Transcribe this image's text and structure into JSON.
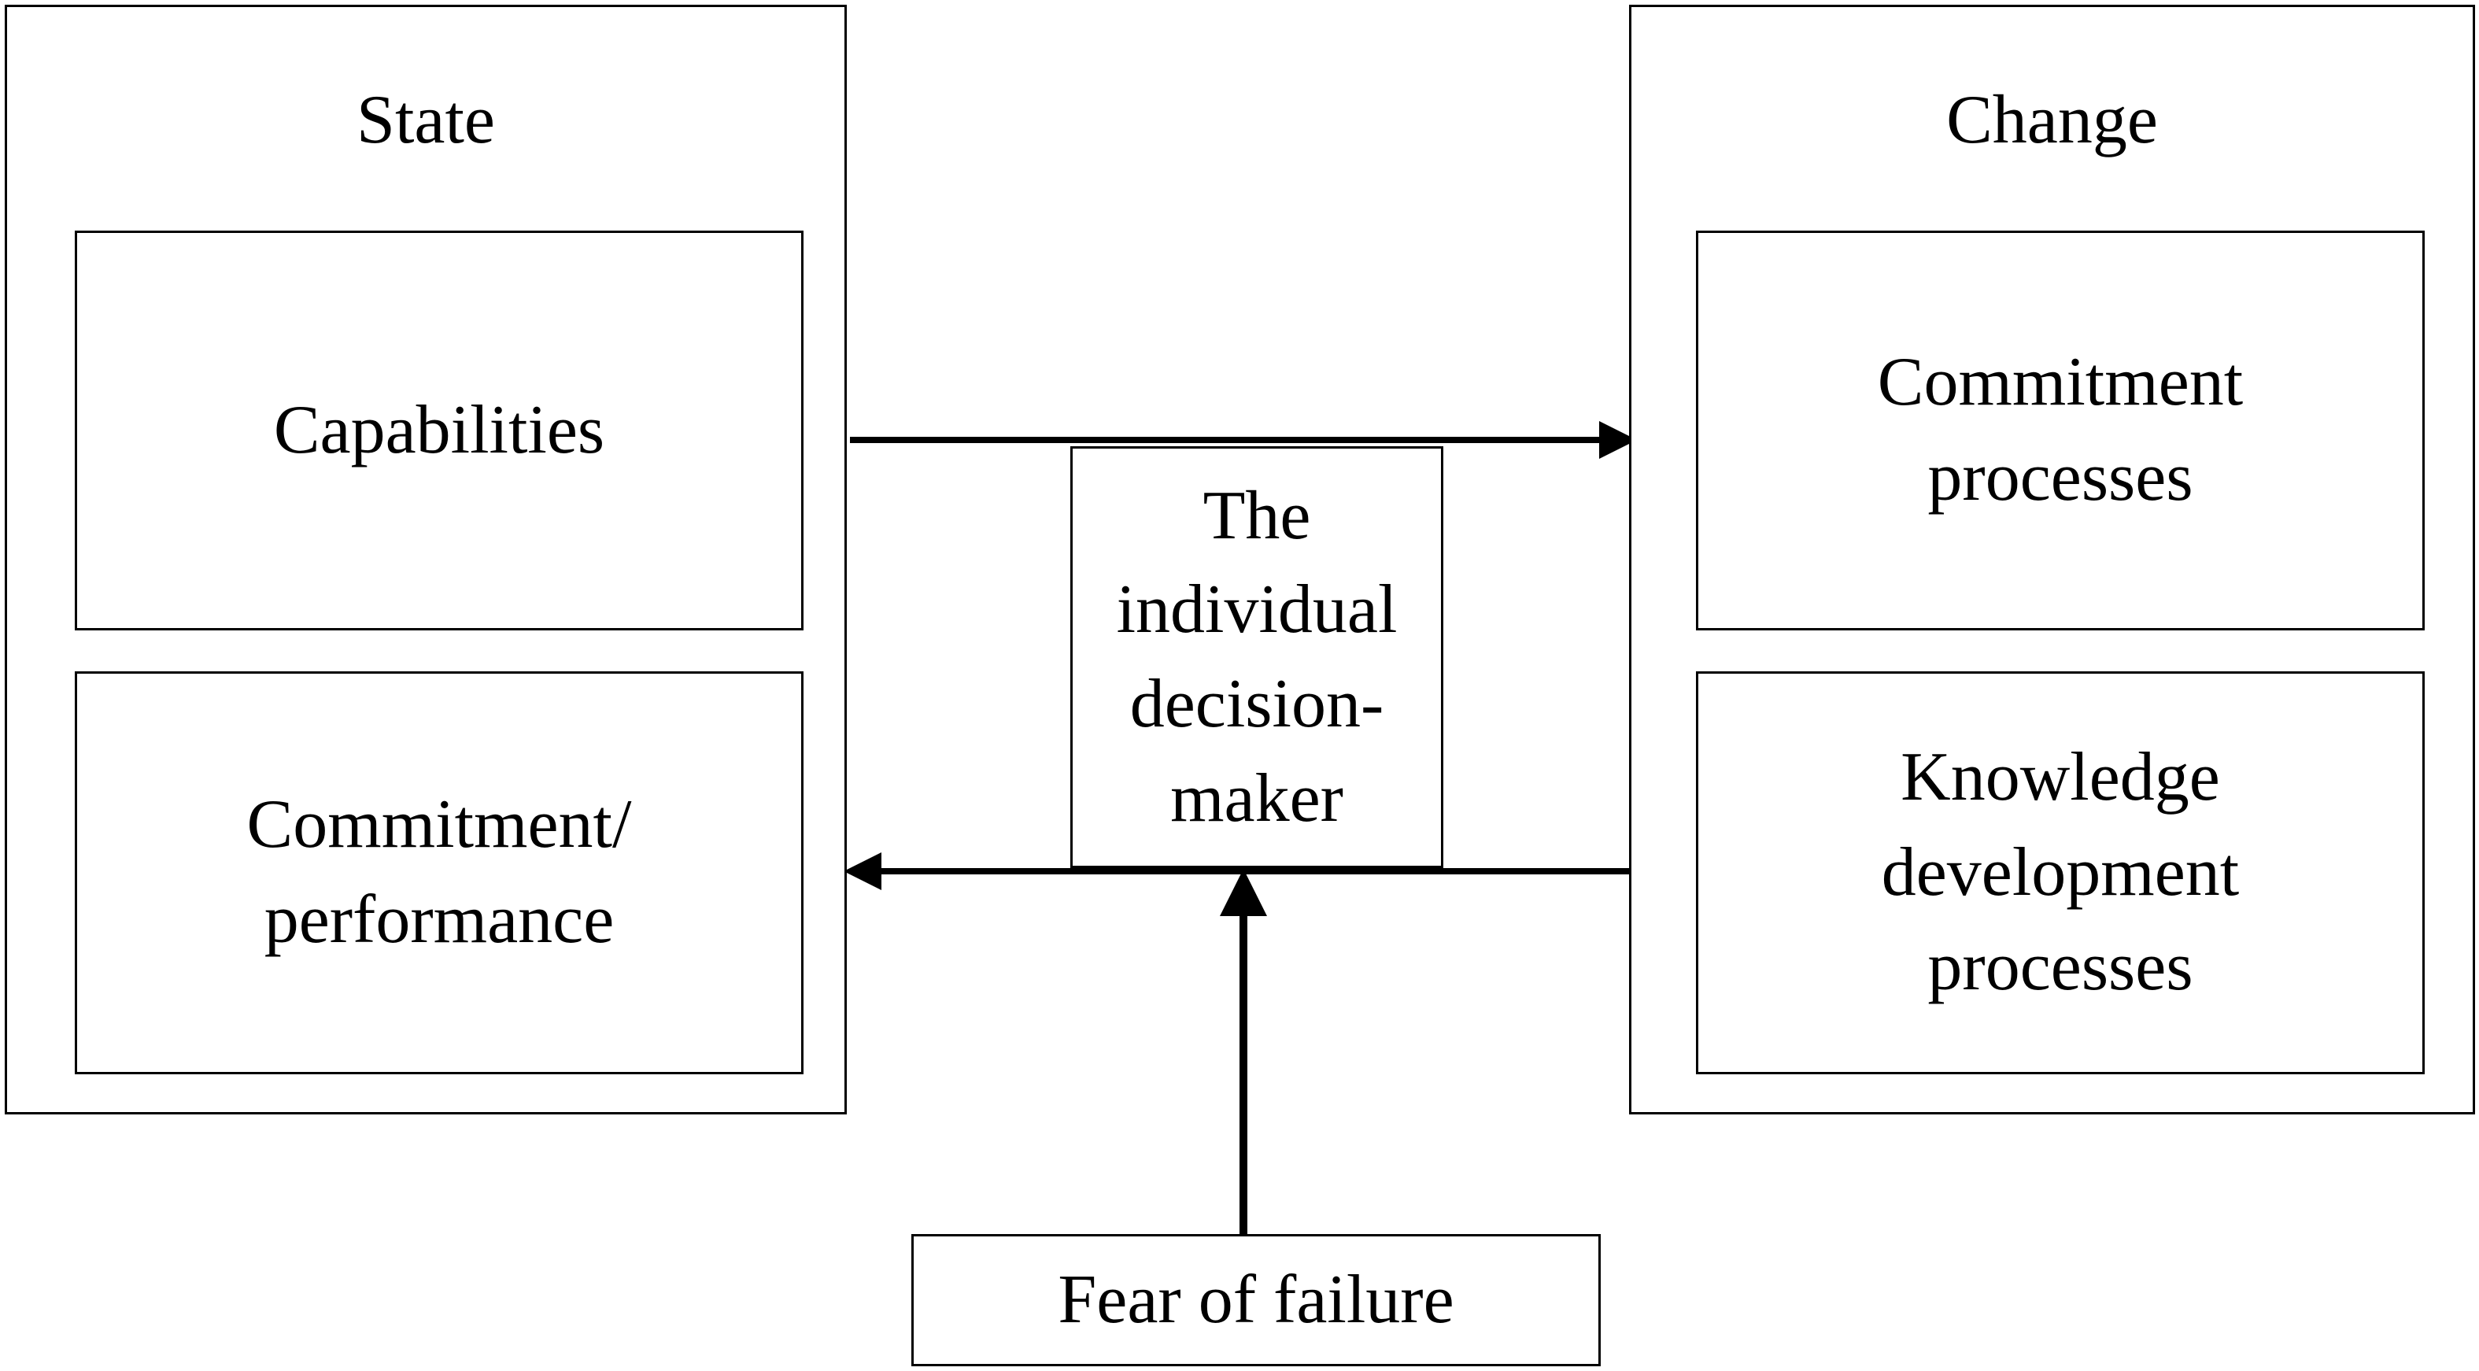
{
  "state": {
    "title": "State",
    "capabilities": "Capabilities",
    "commitment_performance": [
      "Commitment/",
      "performance"
    ]
  },
  "change": {
    "title": "Change",
    "commitment_processes": [
      "Commitment",
      "processes"
    ],
    "knowledge_development": [
      "Knowledge",
      "development",
      "processes"
    ]
  },
  "decision_maker": [
    "The",
    "individual",
    "decision-",
    "maker"
  ],
  "fear_of_failure": "Fear of failure",
  "colors": {
    "stroke": "#000000",
    "background": "#ffffff"
  }
}
